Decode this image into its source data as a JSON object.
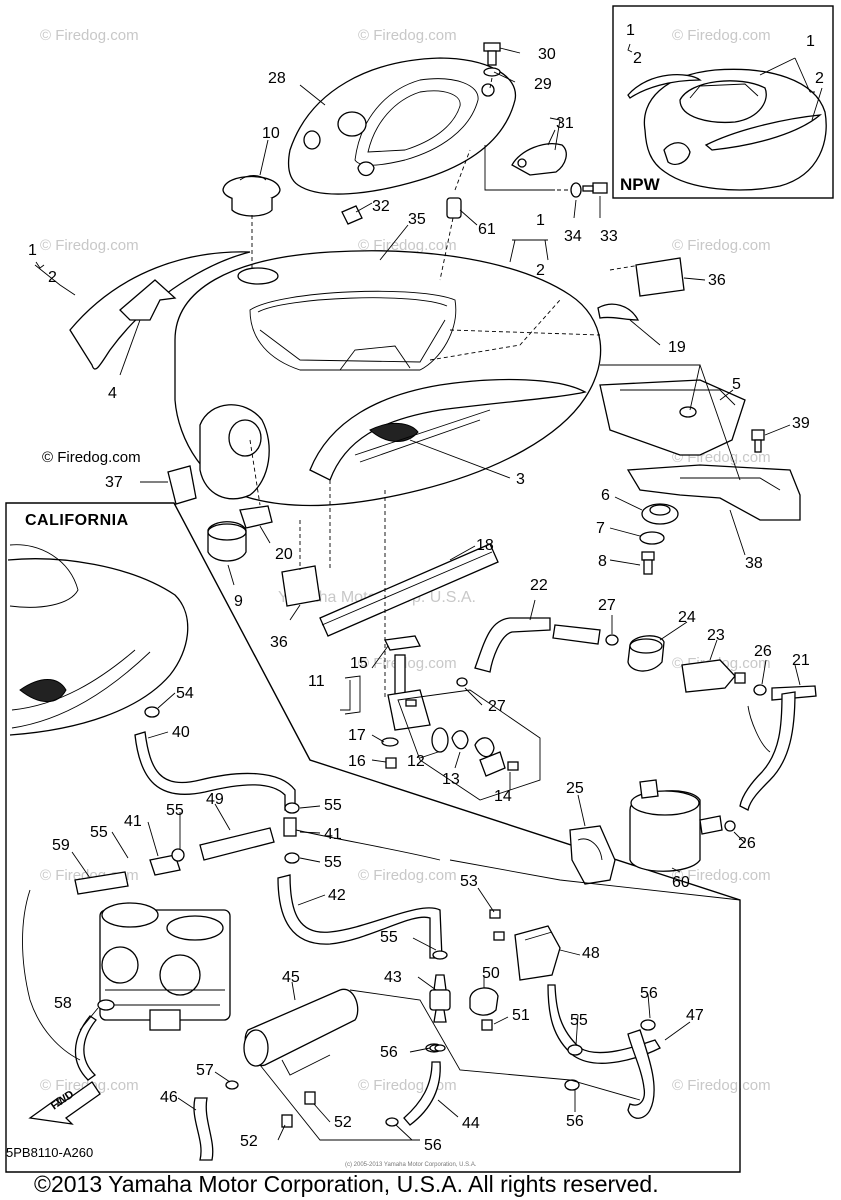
{
  "watermark": "© Firedog.com",
  "faint_watermark": "Yamaha Motor Corp. U.S.A.",
  "california_label": "CALIFORNIA",
  "npw_label": "NPW",
  "drawing_code": "5PB8110-A260",
  "copyright": "©2013 Yamaha Motor Corporation, U.S.A. All rights reserved.",
  "fine_print": "(c) 2005-2013 Yamaha Motor Corporation, U.S.A.",
  "fwd_label": "FWD",
  "callouts": {
    "c1a": "1",
    "c2a": "2",
    "c1b": "1",
    "c2b": "2",
    "c1c": "1",
    "c2c": "2",
    "c1d": "1",
    "c2d": "2",
    "c3": "3",
    "c4": "4",
    "c5": "5",
    "c6": "6",
    "c7": "7",
    "c8": "8",
    "c9": "9",
    "c10": "10",
    "c11": "11",
    "c12": "12",
    "c13": "13",
    "c14": "14",
    "c15": "15",
    "c16": "16",
    "c17": "17",
    "c18": "18",
    "c19": "19",
    "c20": "20",
    "c21": "21",
    "c22": "22",
    "c23": "23",
    "c24": "24",
    "c25": "25",
    "c26a": "26",
    "c26b": "26",
    "c27a": "27",
    "c27b": "27",
    "c28": "28",
    "c29": "29",
    "c30": "30",
    "c31": "31",
    "c32": "32",
    "c33": "33",
    "c34": "34",
    "c35": "35",
    "c36a": "36",
    "c36b": "36",
    "c37": "37",
    "c38": "38",
    "c39": "39",
    "c40": "40",
    "c41a": "41",
    "c41b": "41",
    "c42": "42",
    "c43": "43",
    "c44": "44",
    "c45": "45",
    "c46": "46",
    "c47": "47",
    "c48": "48",
    "c49": "49",
    "c50": "50",
    "c51": "51",
    "c52a": "52",
    "c52b": "52",
    "c53": "53",
    "c54": "54",
    "c55a": "55",
    "c55b": "55",
    "c55c": "55",
    "c55d": "55",
    "c55e": "55",
    "c55f": "55",
    "c56a": "56",
    "c56b": "56",
    "c56c": "56",
    "c56d": "56",
    "c57": "57",
    "c58": "58",
    "c59": "59",
    "c60": "60",
    "c61": "61"
  }
}
